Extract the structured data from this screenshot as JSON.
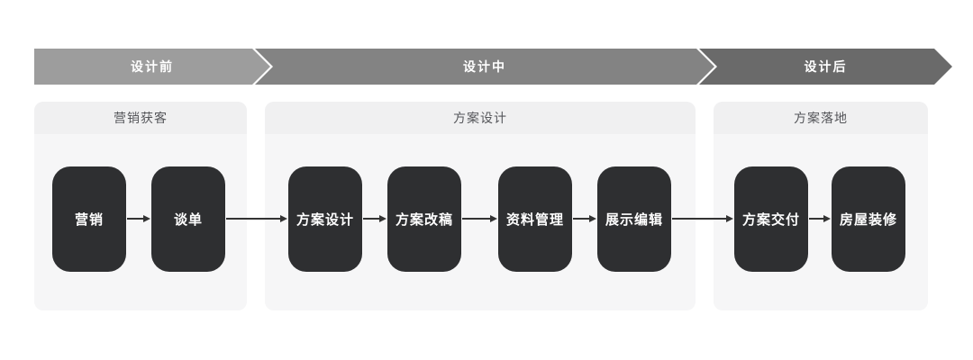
{
  "banner": {
    "segments": [
      {
        "label": "设计前",
        "color": "#9d9d9d"
      },
      {
        "label": "设计中",
        "color": "#838383"
      },
      {
        "label": "设计后",
        "color": "#6a6a6a"
      }
    ]
  },
  "panels": [
    {
      "title": "营销获客",
      "nodes": [
        {
          "label": "营销"
        },
        {
          "label": "谈单"
        }
      ]
    },
    {
      "title": "方案设计",
      "nodes": [
        {
          "label": "方案设计"
        },
        {
          "label": "方案改稿"
        },
        {
          "label": "资料管理"
        },
        {
          "label": "展示编辑"
        }
      ]
    },
    {
      "title": "方案落地",
      "nodes": [
        {
          "label": "方案交付"
        },
        {
          "label": "房屋装修"
        }
      ]
    }
  ],
  "colors": {
    "phase_pre_design": "#9d9d9d",
    "phase_in_design": "#838383",
    "phase_post_design": "#6a6a6a",
    "node_background": "#2e2f31",
    "node_text": "#ffffff",
    "panel_background": "#f6f6f7",
    "panel_header_background": "#f0f0f1",
    "arrow": "#333333",
    "page_background": "#ffffff"
  }
}
